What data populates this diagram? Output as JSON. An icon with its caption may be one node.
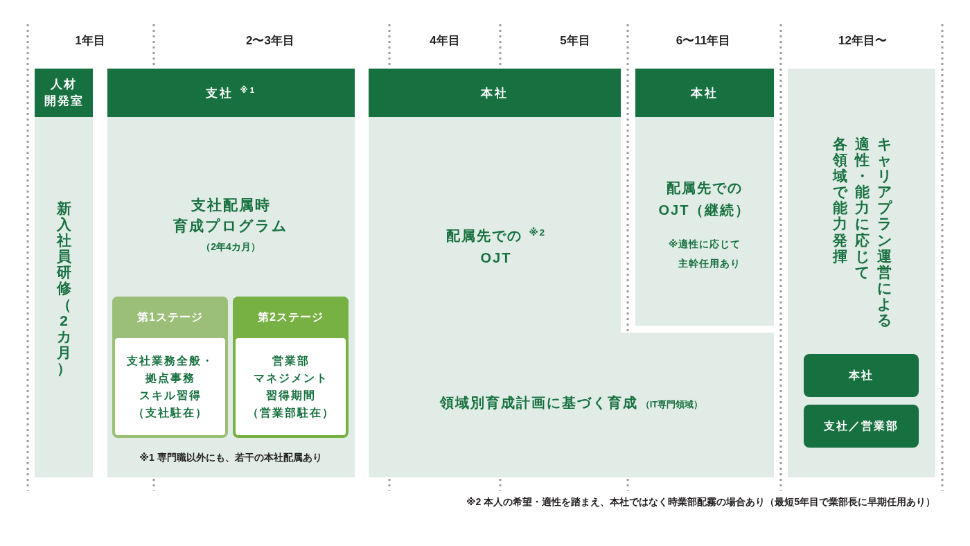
{
  "diagram": {
    "nodes": [
      {
        "text": [
          "人材開発室",
          "新入社員研修（2カ月）"
        ]
      },
      {
        "text": [
          "支社 $^{※1}$",
          "支社配属時育成プログラム",
          "（2年4カ月）",
          "※1 専門職以外にも、若干の本社配属あり"
        ]
      },
      {
        "text": [
          "第1ステージ",
          "支社業務全般・拠点事務スキル習得（支社駐在）"
        ],
        "in": 1
      },
      {
        "text": [
          "第2ステージ",
          "営業部マネジメント習得期間（営業部駐在）"
        ],
        "in": 1
      },
      {
        "text": [
          "本社",
          "配属先での $^{※2}$OJT"
        ]
      },
      {
        "text": [
          "本社",
          "配属先でのOJT（継続）",
          "※適性に応じて主幹任用あり"
        ]
      },
      {
        "text": [
          "領域別育成計画に基づく育成",
          "（IT専門領域）"
        ]
      },
      {
        "text": [
          "キャリアプラン運営による適性・能力に応じて各領域で能力発揮"
        ]
      },
      {
        "text": [
          "本社"
        ],
        "in": 7
      },
      {
        "text": [
          "支社／営業部"
        ],
        "in": 7
      }
    ],
    "labels": [
      "1年目",
      "2〜3年目",
      "4年目",
      "5年目",
      "6〜11年目",
      "12年目〜",
      "※2 本人の希望・適性を踏まえ、本社ではなく時業部配霧の場合あり（最短5年目で業部長に早期任用あり）"
    ]
  }
}
